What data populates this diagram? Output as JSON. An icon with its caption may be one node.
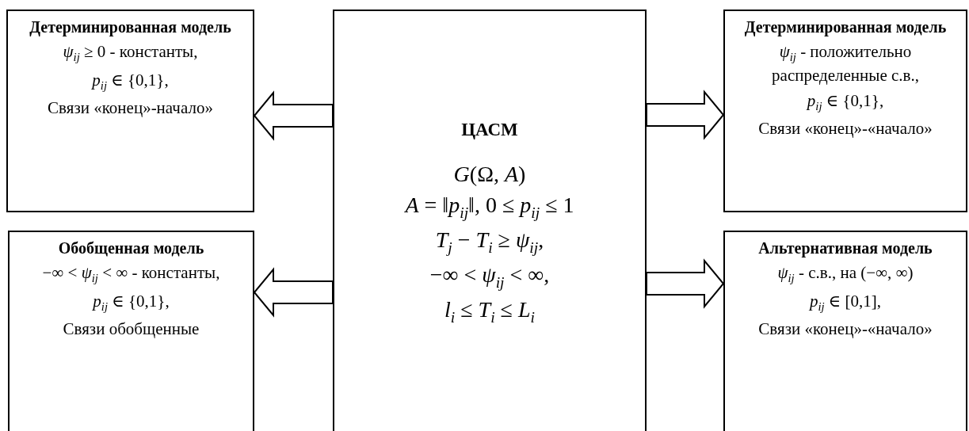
{
  "diagram": {
    "nodes": [
      {
        "text": [
          "Детерминированная модель",
          "*ψ*$_{ij}$ ≥ 0 - константы,",
          "*p*$_{ij}$ ∈ {0,1},",
          "Связи «конец»-начало»"
        ]
      },
      {
        "text": [
          "ЦАСМ",
          "*G*(Ω, *A*)",
          "*A* = ‖*p*$_{ij}$‖,   0 ≤ *p*$_{ij}$ ≤ 1",
          "*T*$_{j}$ − *T*$_{i}$ ≥ *ψ*$_{ij}$,",
          "−∞ < *ψ*$_{ij}$ < ∞,",
          "*l*$_{i}$ ≤ *T*$_{i}$ ≤ *L*$_{i}$"
        ]
      },
      {
        "text": [
          "Детерминированная модель",
          "*ψ*$_{ij}$ - положительно распределенные с.в.,",
          "*p*$_{ij}$ ∈ {0,1},",
          "Связи «конец»-«начало»"
        ]
      },
      {
        "text": [
          "Обобщенная модель",
          "−∞ < *ψ*$_{ij}$ < ∞ - константы,",
          "*p*$_{ij}$ ∈ {0,1},",
          "Связи обобщенные"
        ]
      },
      {
        "text": [
          "Альтернативная модель",
          "*ψ*$_{ij}$ - с.в., на (−∞, ∞)",
          "*p*$_{ij}$ ∈ [0,1],",
          "Связи «конец»-«начало»"
        ]
      }
    ],
    "edges": [
      {
        "from": 1,
        "to": 0,
        "arrow": "to"
      },
      {
        "from": 1,
        "to": 2,
        "arrow": "to"
      },
      {
        "from": 1,
        "to": 3,
        "arrow": "to"
      },
      {
        "from": 1,
        "to": 4,
        "arrow": "to"
      }
    ]
  }
}
